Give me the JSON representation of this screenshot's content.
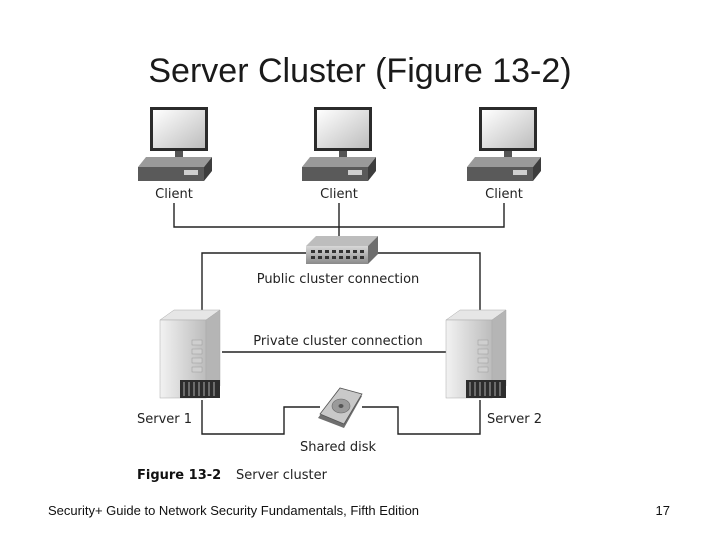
{
  "slide": {
    "title": "Server Cluster (Figure 13-2)",
    "footer": "Security+ Guide to Network Security Fundamentals, Fifth Edition",
    "page_number": "17"
  },
  "diagram": {
    "clients": [
      {
        "label": "Client",
        "icon": "desktop-computer-icon"
      },
      {
        "label": "Client",
        "icon": "desktop-computer-icon"
      },
      {
        "label": "Client",
        "icon": "desktop-computer-icon"
      }
    ],
    "switch_icon": "network-switch-icon",
    "public_connection_label": "Public cluster connection",
    "private_connection_label": "Private cluster connection",
    "servers": [
      {
        "label": "Server 1",
        "icon": "server-tower-icon"
      },
      {
        "label": "Server 2",
        "icon": "server-tower-icon"
      }
    ],
    "shared_disk_label": "Shared disk",
    "caption_number": "Figure 13-2",
    "caption_text": "Server cluster"
  }
}
